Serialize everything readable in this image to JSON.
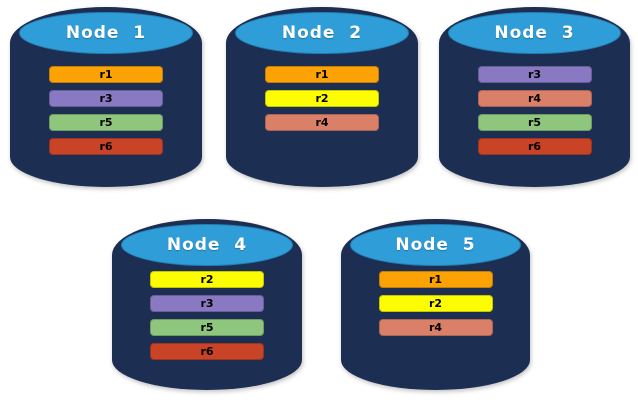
{
  "diagram": {
    "type": "database-replication-cluster",
    "colors": {
      "node_body": "#1D2E53",
      "node_top": "#2F9DD8",
      "replica_colors": {
        "r1": "#FCA204",
        "r2": "#FDFD02",
        "r3": "#8879C2",
        "r4": "#DB8068",
        "r5": "#8FC67E",
        "r6": "#C94327"
      }
    },
    "nodes": [
      {
        "label": "Node  1",
        "replicas": [
          "r1",
          "r3",
          "r5",
          "r6"
        ]
      },
      {
        "label": "Node  2",
        "replicas": [
          "r1",
          "r2",
          "r4"
        ]
      },
      {
        "label": "Node  3",
        "replicas": [
          "r3",
          "r4",
          "r5",
          "r6"
        ]
      },
      {
        "label": "Node  4",
        "replicas": [
          "r2",
          "r3",
          "r5",
          "r6"
        ]
      },
      {
        "label": "Node  5",
        "replicas": [
          "r1",
          "r2",
          "r4"
        ]
      }
    ]
  }
}
